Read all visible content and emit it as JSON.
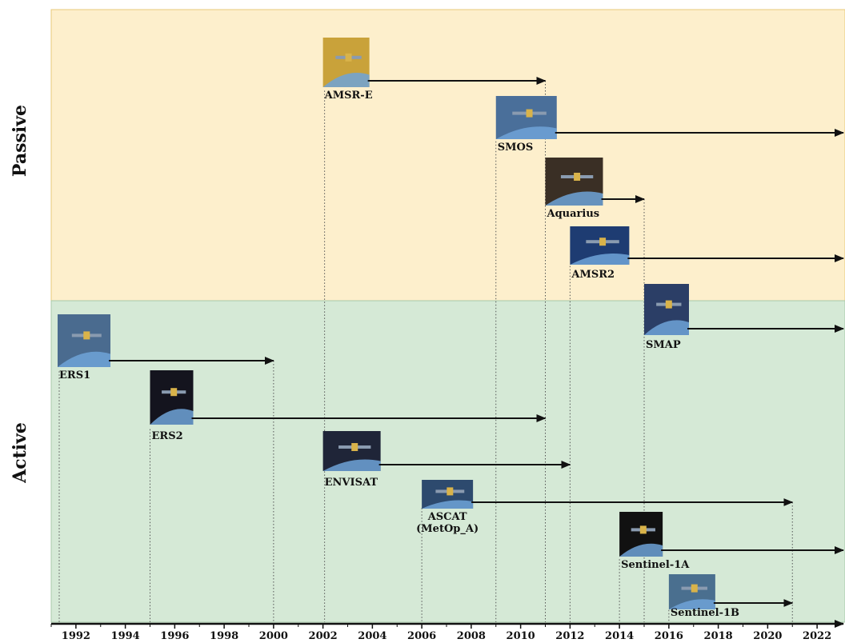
{
  "timeline": {
    "axis": {
      "min_year": 1991,
      "max_year": 2023,
      "tick_labels": [
        "1992",
        "1994",
        "1996",
        "1998",
        "2000",
        "2002",
        "2004",
        "2006",
        "2008",
        "2010",
        "2012",
        "2014",
        "2016",
        "2018",
        "2020",
        "2022"
      ]
    },
    "groups": [
      {
        "label": "Passive",
        "color": "#fdefcc",
        "border": "#e8c97a"
      },
      {
        "label": "Active",
        "color": "#d5e9d6",
        "border": "#a8c9aa"
      }
    ],
    "missions": [
      {
        "name": "AMSR-E",
        "group": "Passive",
        "start": 2002,
        "end": 2011,
        "thumb_color": "#c9a23a"
      },
      {
        "name": "SMOS",
        "group": "Passive",
        "start": 2009,
        "end": 2023,
        "thumb_color": "#4a6f9a"
      },
      {
        "name": "Aquarius",
        "group": "Passive",
        "start": 2011,
        "end": 2015,
        "thumb_color": "#3a2f25"
      },
      {
        "name": "AMSR2",
        "group": "Passive",
        "start": 2012,
        "end": 2023,
        "thumb_color": "#1e3c72"
      },
      {
        "name": "SMAP",
        "group": "Active",
        "start": 2015,
        "end": 2023,
        "thumb_color": "#2b3e66"
      },
      {
        "name": "ERS1",
        "group": "Active",
        "start": 1991,
        "end": 2000,
        "thumb_color": "#4a6b8f"
      },
      {
        "name": "ERS2",
        "group": "Active",
        "start": 1995,
        "end": 2011,
        "thumb_color": "#14141e"
      },
      {
        "name": "ENVISAT",
        "group": "Active",
        "start": 2002,
        "end": 2012,
        "thumb_color": "#1f2538"
      },
      {
        "name": "ASCAT\n(MetOp_A)",
        "group": "Active",
        "start": 2006,
        "end": 2021,
        "thumb_color": "#2d4a6e"
      },
      {
        "name": "Sentinel-1A",
        "group": "Active",
        "start": 2014,
        "end": 2023,
        "thumb_color": "#111111"
      },
      {
        "name": "Sentinel-1B",
        "group": "Active",
        "start": 2016,
        "end": 2021,
        "thumb_color": "#4a6f8f"
      }
    ]
  }
}
